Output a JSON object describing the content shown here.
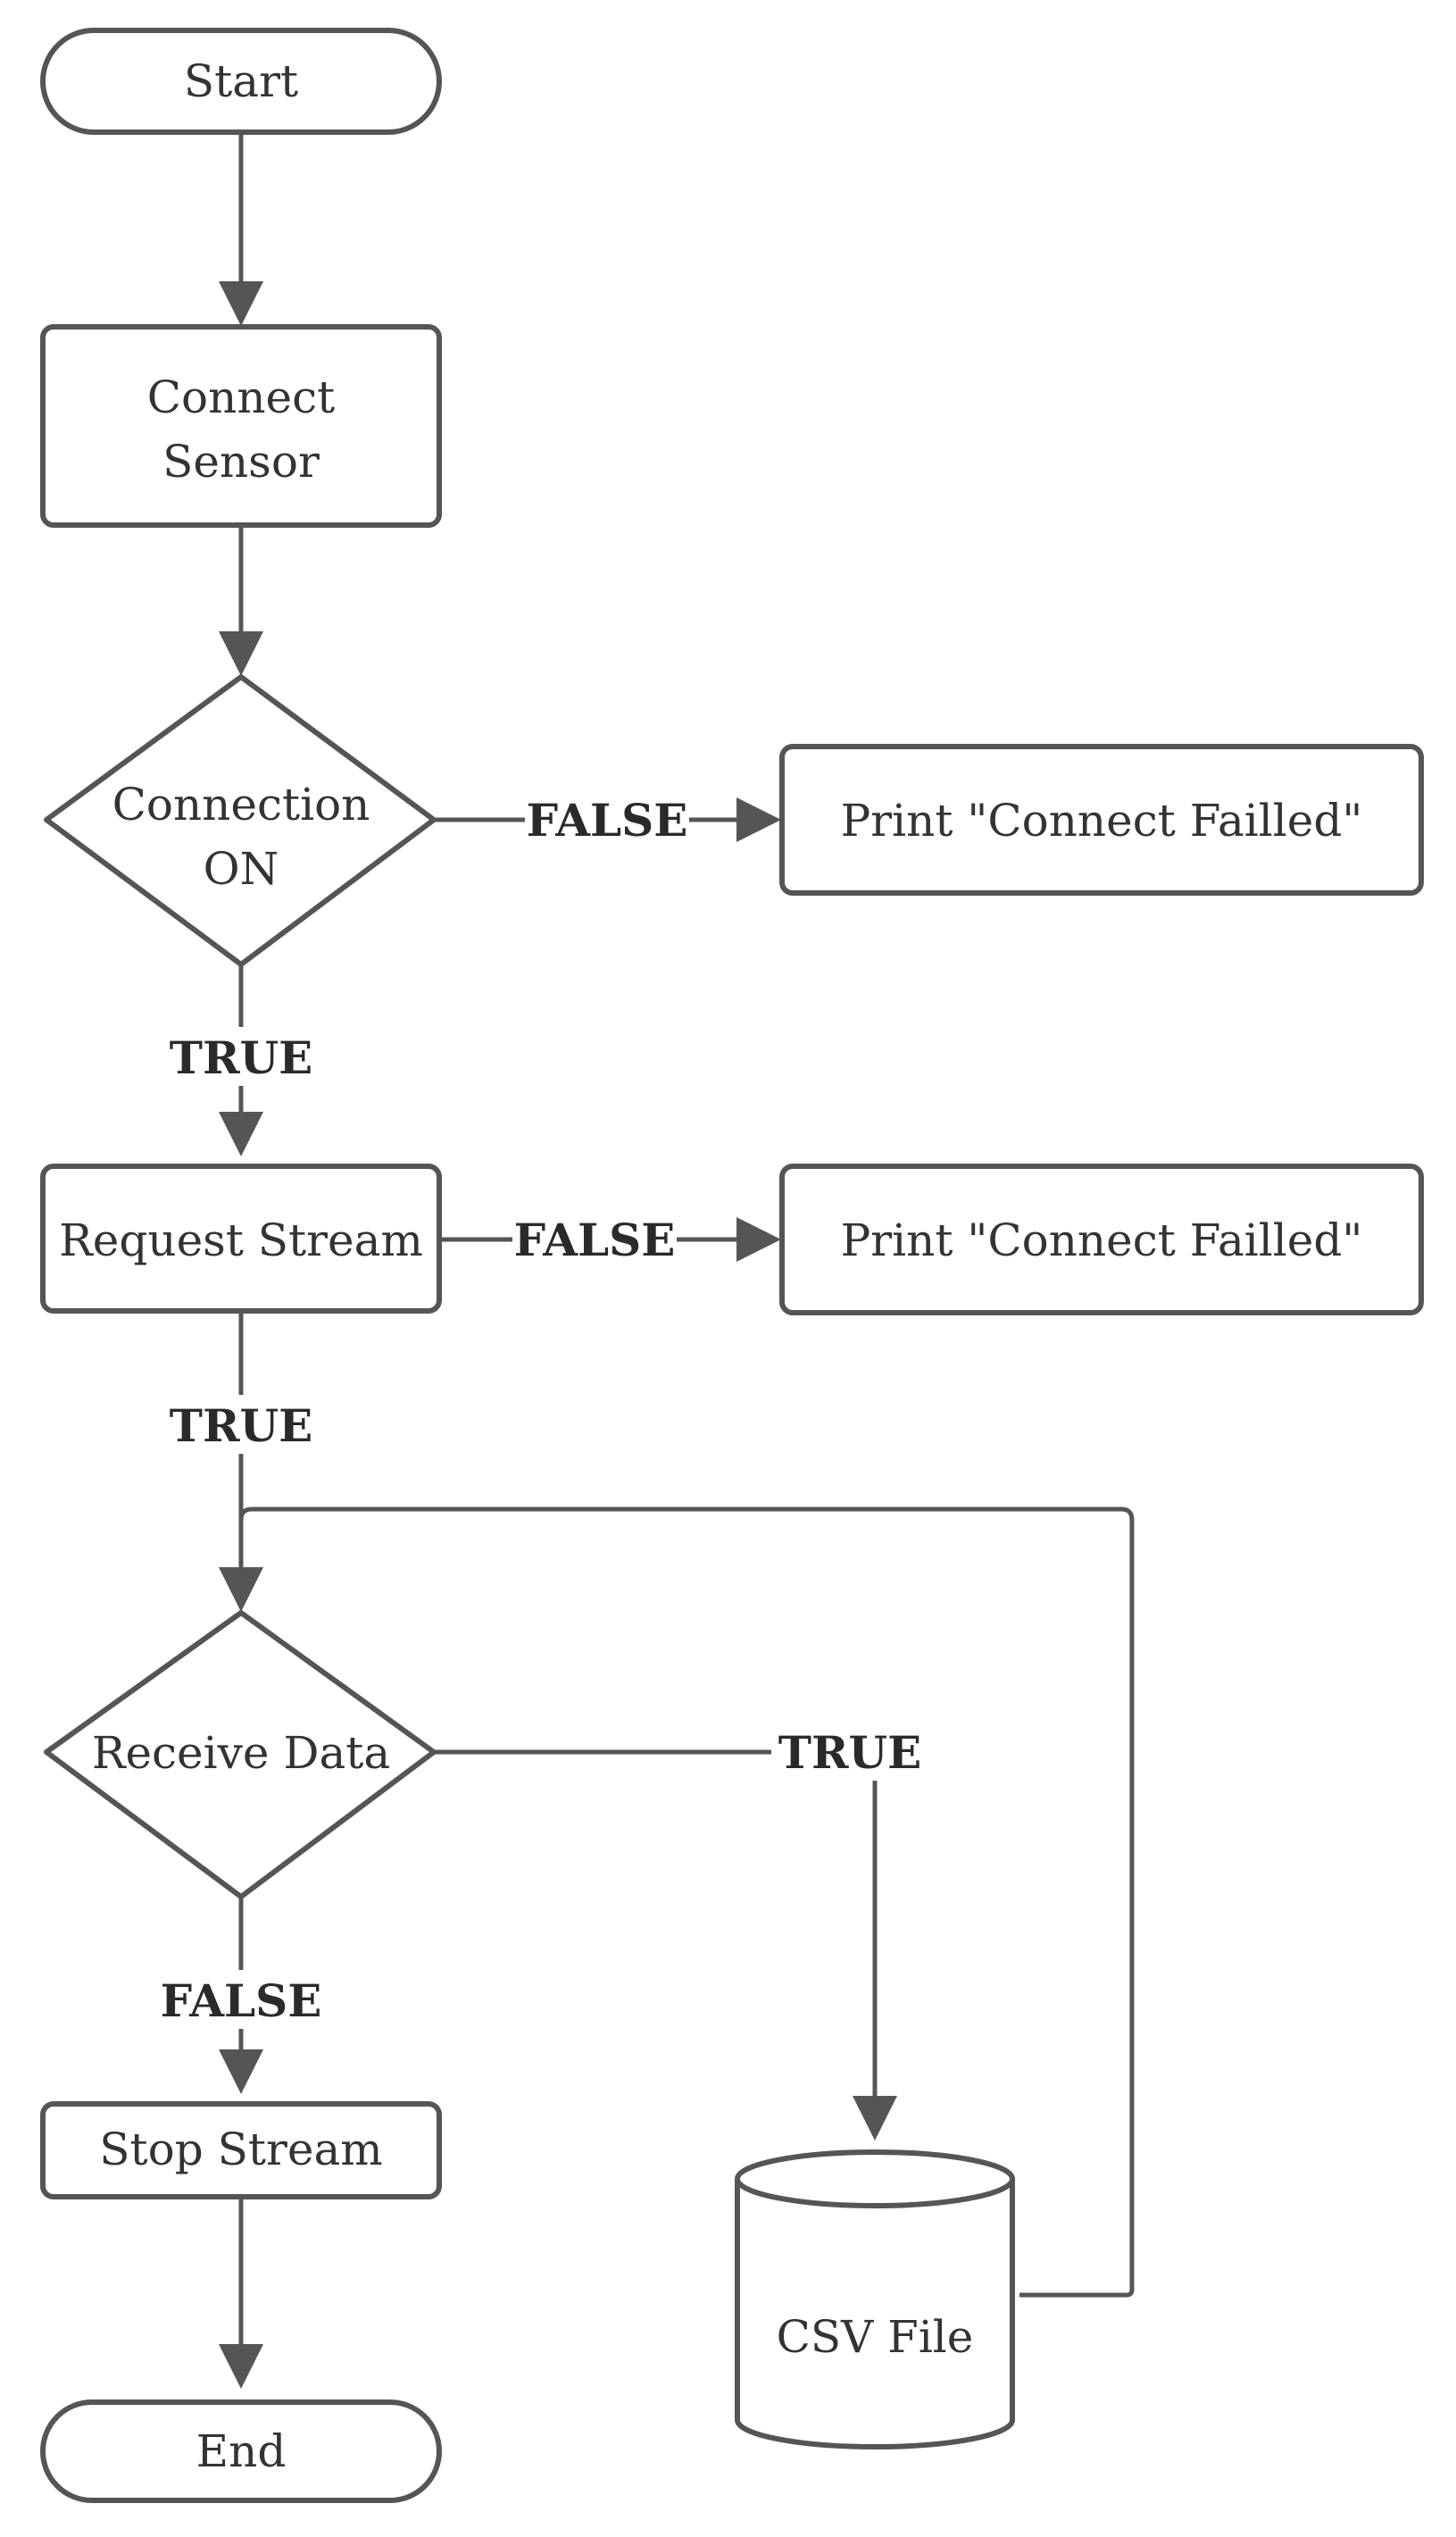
{
  "nodes": {
    "start": "Start",
    "connect_sensor": [
      "Connect",
      "Sensor"
    ],
    "connection_on": [
      "Connection",
      "ON"
    ],
    "print_failed_1": "Print \"Connect Failled\"",
    "request_stream": "Request Stream",
    "print_failed_2": "Print \"Connect Failled\"",
    "receive_data": "Receive Data",
    "stop_stream": "Stop Stream",
    "csv_file": "CSV File",
    "end": "End"
  },
  "edges": {
    "connection_false": "FALSE",
    "connection_true": "TRUE",
    "request_false": "FALSE",
    "request_true": "TRUE",
    "receive_true": "TRUE",
    "receive_false": "FALSE"
  },
  "colors": {
    "stroke": "#555555",
    "text": "#333333",
    "background": "#ffffff"
  }
}
